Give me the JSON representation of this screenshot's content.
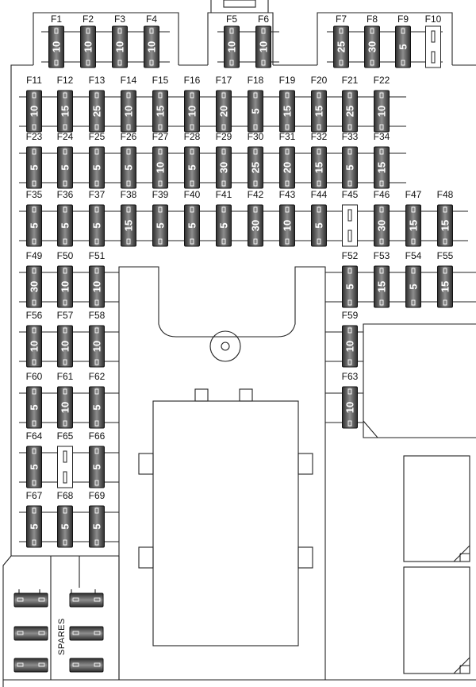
{
  "fuses": [
    {
      "id": "F1",
      "amp": "10"
    },
    {
      "id": "F2",
      "amp": "10"
    },
    {
      "id": "F3",
      "amp": "10"
    },
    {
      "id": "F4",
      "amp": "10"
    },
    {
      "id": "F5",
      "amp": "10"
    },
    {
      "id": "F6",
      "amp": "10"
    },
    {
      "id": "F7",
      "amp": "25"
    },
    {
      "id": "F8",
      "amp": "30"
    },
    {
      "id": "F9",
      "amp": "5"
    },
    {
      "id": "F10",
      "amp": ""
    },
    {
      "id": "F11",
      "amp": "10"
    },
    {
      "id": "F12",
      "amp": "15"
    },
    {
      "id": "F13",
      "amp": "25"
    },
    {
      "id": "F14",
      "amp": "10"
    },
    {
      "id": "F15",
      "amp": "15"
    },
    {
      "id": "F16",
      "amp": "10"
    },
    {
      "id": "F17",
      "amp": "20"
    },
    {
      "id": "F18",
      "amp": "5"
    },
    {
      "id": "F19",
      "amp": "15"
    },
    {
      "id": "F20",
      "amp": "15"
    },
    {
      "id": "F21",
      "amp": "25"
    },
    {
      "id": "F22",
      "amp": "10"
    },
    {
      "id": "F23",
      "amp": "5"
    },
    {
      "id": "F24",
      "amp": "5"
    },
    {
      "id": "F25",
      "amp": "5"
    },
    {
      "id": "F26",
      "amp": "5"
    },
    {
      "id": "F27",
      "amp": "10"
    },
    {
      "id": "F28",
      "amp": "5"
    },
    {
      "id": "F29",
      "amp": "30"
    },
    {
      "id": "F30",
      "amp": "25"
    },
    {
      "id": "F31",
      "amp": "20"
    },
    {
      "id": "F32",
      "amp": "15"
    },
    {
      "id": "F33",
      "amp": "5"
    },
    {
      "id": "F34",
      "amp": "15"
    },
    {
      "id": "F35",
      "amp": "5"
    },
    {
      "id": "F36",
      "amp": "5"
    },
    {
      "id": "F37",
      "amp": "5"
    },
    {
      "id": "F38",
      "amp": "15"
    },
    {
      "id": "F39",
      "amp": "5"
    },
    {
      "id": "F40",
      "amp": "5"
    },
    {
      "id": "F41",
      "amp": "5"
    },
    {
      "id": "F42",
      "amp": "30"
    },
    {
      "id": "F43",
      "amp": "10"
    },
    {
      "id": "F44",
      "amp": "5"
    },
    {
      "id": "F45",
      "amp": ""
    },
    {
      "id": "F46",
      "amp": "30"
    },
    {
      "id": "F47",
      "amp": "15"
    },
    {
      "id": "F48",
      "amp": "15"
    },
    {
      "id": "F49",
      "amp": "30"
    },
    {
      "id": "F50",
      "amp": "10"
    },
    {
      "id": "F51",
      "amp": "10"
    },
    {
      "id": "F52",
      "amp": "5"
    },
    {
      "id": "F53",
      "amp": "15"
    },
    {
      "id": "F54",
      "amp": "5"
    },
    {
      "id": "F55",
      "amp": "15"
    },
    {
      "id": "F56",
      "amp": "10"
    },
    {
      "id": "F57",
      "amp": "10"
    },
    {
      "id": "F58",
      "amp": "10"
    },
    {
      "id": "F59",
      "amp": "10"
    },
    {
      "id": "F60",
      "amp": "5"
    },
    {
      "id": "F61",
      "amp": "10"
    },
    {
      "id": "F62",
      "amp": "5"
    },
    {
      "id": "F63",
      "amp": "10"
    },
    {
      "id": "F64",
      "amp": "5"
    },
    {
      "id": "F65",
      "amp": ""
    },
    {
      "id": "F66",
      "amp": "5"
    },
    {
      "id": "F67",
      "amp": "5"
    },
    {
      "id": "F68",
      "amp": "5"
    },
    {
      "id": "F69",
      "amp": "5"
    }
  ],
  "spares_label": "SPARES",
  "colors": {
    "fuse_dark": "#3c3c3c",
    "fuse_light": "#9a9a9a",
    "line": "#222222",
    "empty_slot": "#ffffff"
  }
}
